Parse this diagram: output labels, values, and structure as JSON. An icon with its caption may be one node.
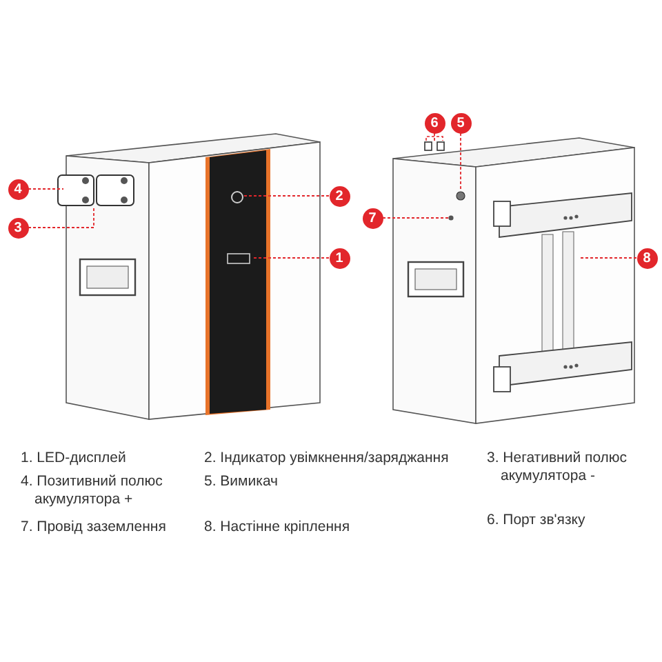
{
  "diagram": {
    "nodes": [
      {
        "text": [
          "4"
        ]
      },
      {
        "text": [
          "3"
        ]
      },
      {
        "text": [
          "2"
        ]
      },
      {
        "text": [
          "1"
        ]
      },
      {
        "text": [
          "6"
        ]
      },
      {
        "text": [
          "5"
        ]
      },
      {
        "text": [
          "7"
        ]
      },
      {
        "text": [
          "8"
        ]
      }
    ],
    "edges": [
      {
        "from": 0,
        "to": null,
        "arrow": "none",
        "style": "dashed"
      },
      {
        "from": 1,
        "to": null,
        "arrow": "none",
        "style": "dashed"
      },
      {
        "from": 2,
        "to": null,
        "arrow": "none",
        "style": "dashed"
      },
      {
        "from": 3,
        "to": null,
        "arrow": "none",
        "style": "dashed"
      },
      {
        "from": 4,
        "to": null,
        "arrow": "none",
        "style": "dashed"
      },
      {
        "from": 5,
        "to": null,
        "arrow": "none",
        "style": "dashed"
      },
      {
        "from": 6,
        "to": null,
        "arrow": "none",
        "style": "dashed"
      },
      {
        "from": 7,
        "to": null,
        "arrow": "none",
        "style": "dashed"
      }
    ],
    "labels": [
      "1. LED-дисплей",
      "2. Індикатор увімкнення/заряджання",
      "3. Негативний полюс акумулятора -",
      "4. Позитивний полюс акумулятора +",
      "5. Вимикач",
      "6. Порт зв'язку",
      "7. Провід заземлення",
      "8. Настінне кріплення"
    ]
  }
}
